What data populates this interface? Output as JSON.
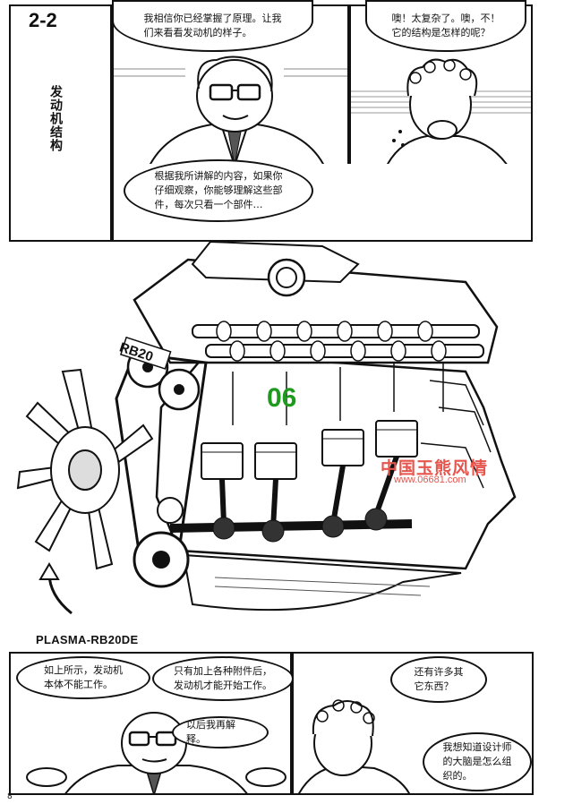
{
  "section": {
    "number": "2-2",
    "title": "发动机结构"
  },
  "panels": {
    "top": {
      "bubble1": "我相信你已经掌握了原理。让我\n们来看看发动机的样子。",
      "bubble2": "噢！太复杂了。噢，不！\n它的结构是怎样的呢？",
      "bubble3": "根据我所讲解的内容，如果你\n仔细观察，你能够理解这些部\n件，每次只看一个部件…"
    },
    "bottom": {
      "bubble1": "如上所示，发动机\n本体不能工作。",
      "bubble2": "只有加上各种附件后，\n发动机才能开始工作。",
      "bubble3": "还有许多其\n它东西？",
      "bubble4": "以后我再解释。",
      "bubble5": "我想知道设计师\n的大脑是怎么组\n织的。"
    }
  },
  "engine": {
    "model_label": "PLASMA-RB20DE",
    "block_mark": "RB20"
  },
  "watermark": {
    "number": "06",
    "text": "中国玉熊风情",
    "url": "www.06681.com"
  },
  "page_number": "8"
}
